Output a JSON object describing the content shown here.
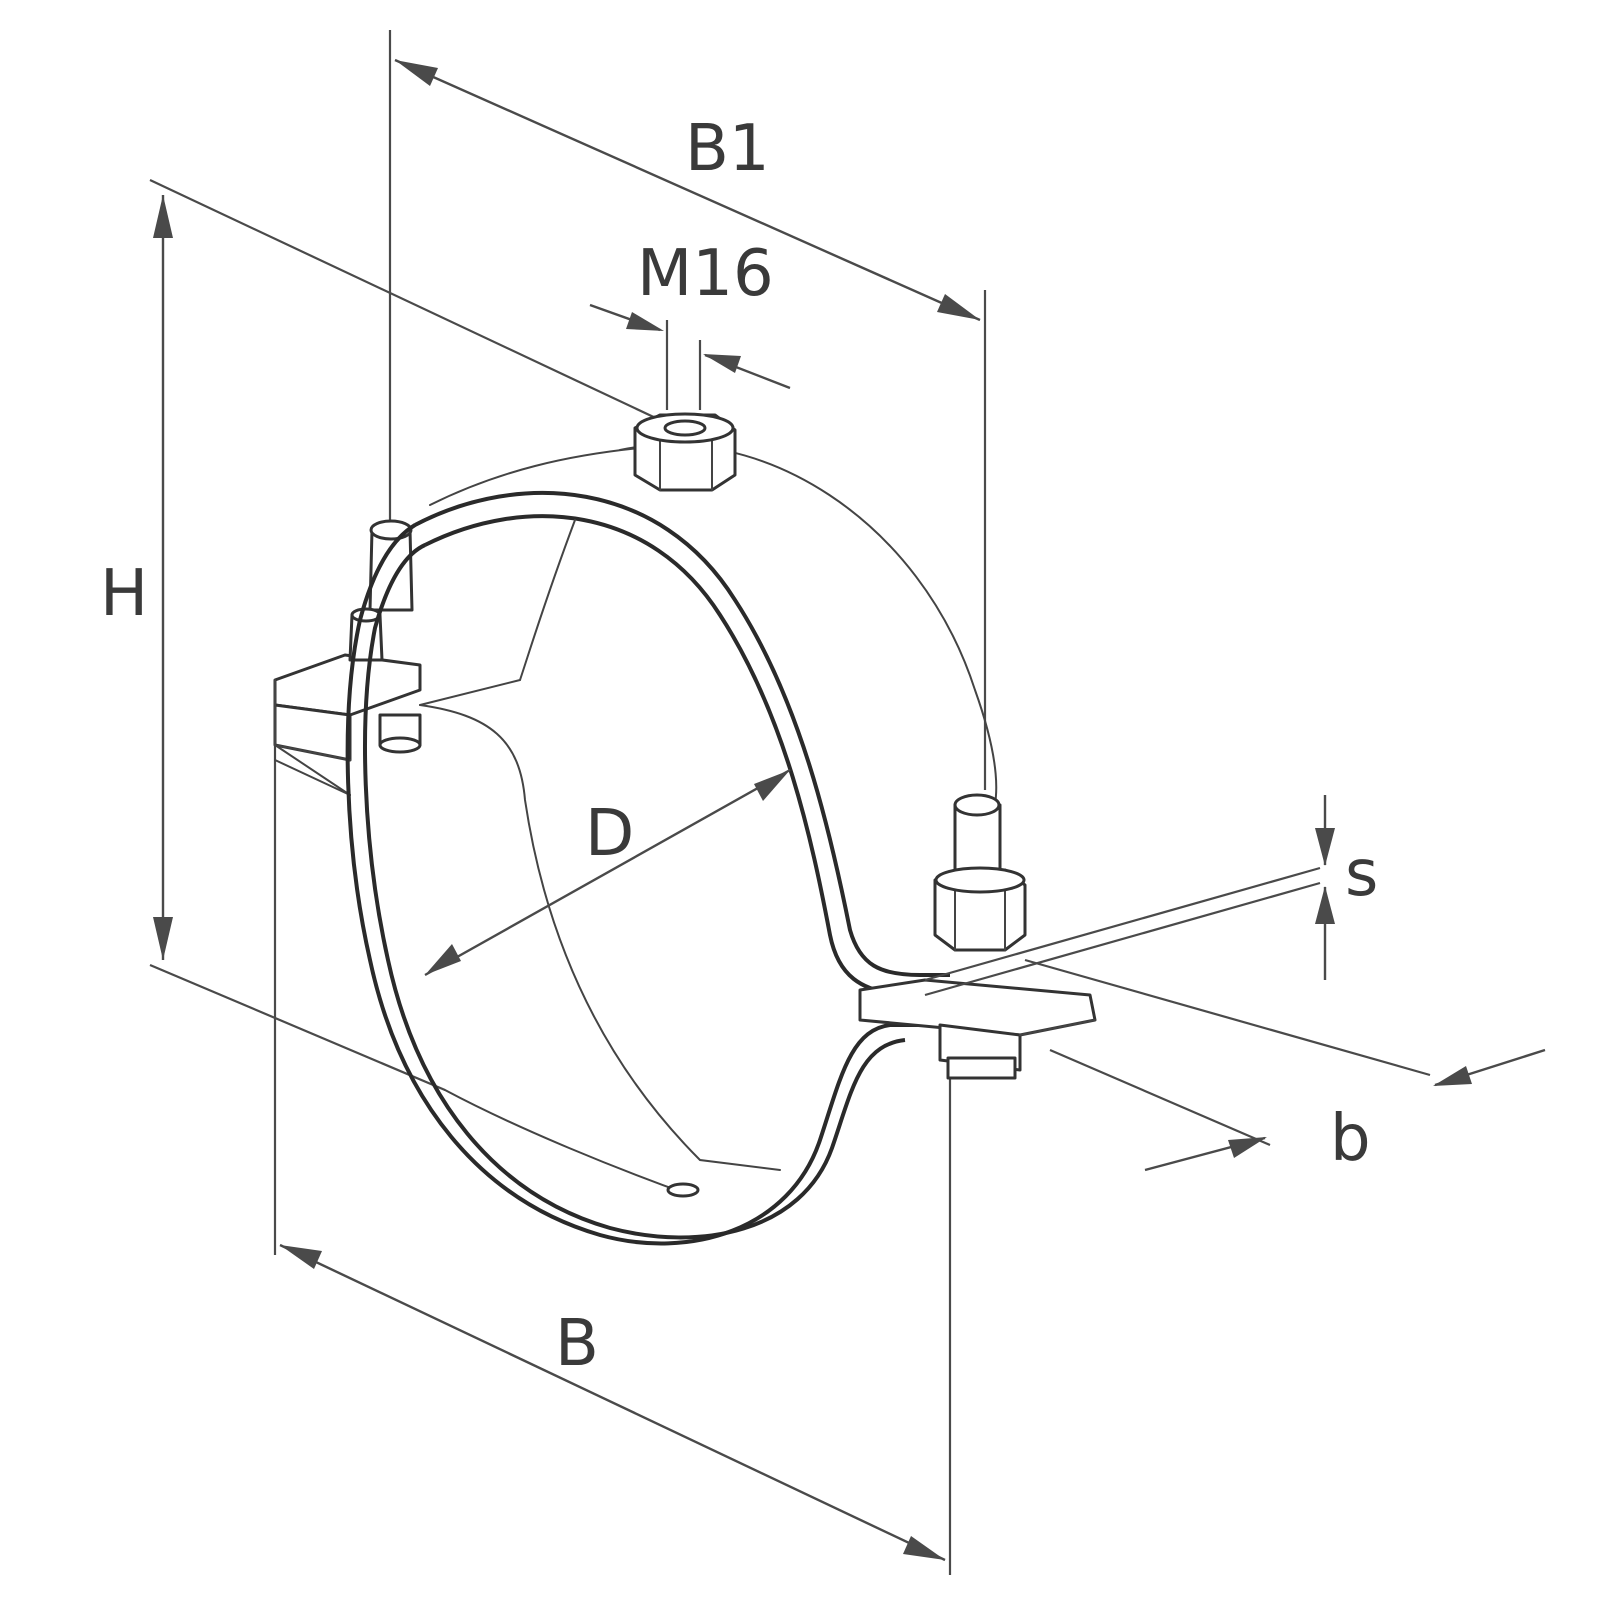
{
  "labels": {
    "b1": "B1",
    "m16": "M16",
    "h": "H",
    "d": "D",
    "s": "s",
    "b_small": "b",
    "b_width": "B"
  }
}
